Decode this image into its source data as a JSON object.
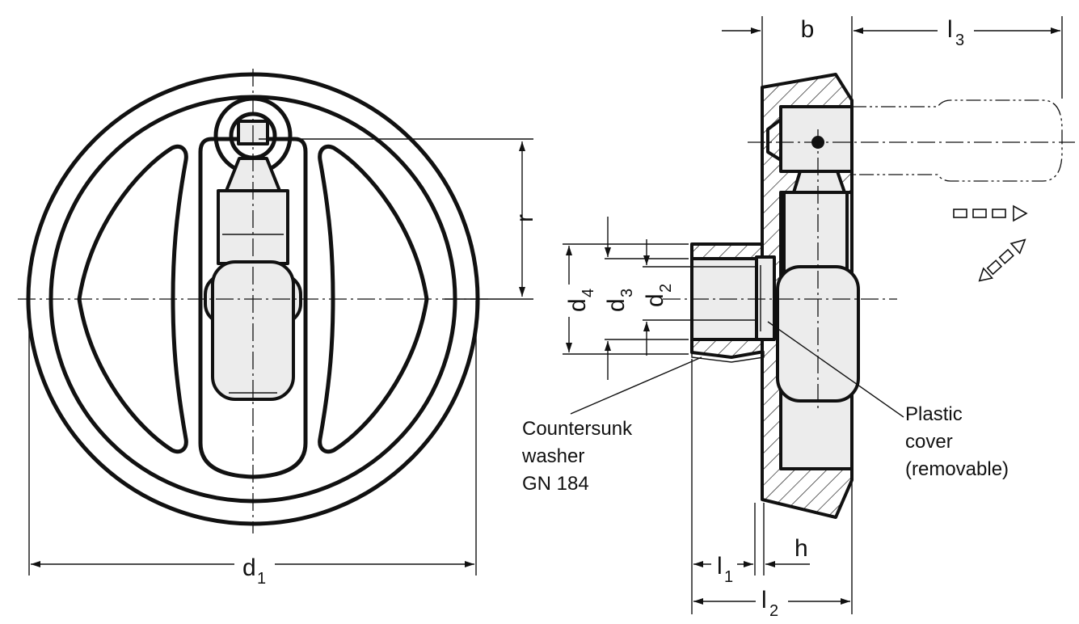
{
  "colors": {
    "ink": "#111111",
    "fill": "#ececec",
    "background": "#ffffff"
  },
  "dimensions": {
    "d1": {
      "main": "d",
      "sub": "1"
    },
    "d2": {
      "main": "d",
      "sub": "2"
    },
    "d3": {
      "main": "d",
      "sub": "3"
    },
    "d4": {
      "main": "d",
      "sub": "4"
    },
    "r": {
      "main": "r"
    },
    "b": {
      "main": "b"
    },
    "h": {
      "main": "h"
    },
    "l1": {
      "main": "l",
      "sub": "1"
    },
    "l2": {
      "main": "l",
      "sub": "2"
    },
    "l3": {
      "main": "l",
      "sub": "3"
    }
  },
  "notes": {
    "washer": [
      "Countersunk",
      "washer",
      "GN 184"
    ],
    "cover": [
      "Plastic",
      "cover",
      "(removable)"
    ]
  },
  "icons": {
    "push_direction": "dashed-arrow-right-icon",
    "rotate_direction": "dashed-arrow-diagonal-icon"
  }
}
